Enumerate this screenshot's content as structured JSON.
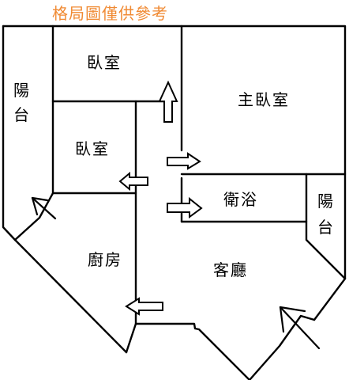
{
  "title": "格局圖僅供參考",
  "colors": {
    "title": "#f08a33",
    "lines": "#000000",
    "background": "#ffffff"
  },
  "rooms": {
    "bedroom_top": "臥室",
    "bedroom_mid": "臥室",
    "master_bedroom": "主臥室",
    "balcony_left_1": "陽",
    "balcony_left_2": "台",
    "bathroom": "衛浴",
    "balcony_right_1": "陽",
    "balcony_right_2": "台",
    "kitchen": "廚房",
    "living_room": "客廳"
  },
  "arrows": [
    {
      "name": "arrow-up-master-bedroom",
      "direction": "up"
    },
    {
      "name": "arrow-right-master-bedroom",
      "direction": "right"
    },
    {
      "name": "arrow-left-bedroom",
      "direction": "left"
    },
    {
      "name": "arrow-right-bathroom",
      "direction": "right"
    },
    {
      "name": "arrow-left-kitchen",
      "direction": "left"
    },
    {
      "name": "entrance-arrow-left-balcony",
      "direction": "up-left"
    },
    {
      "name": "entrance-arrow-main",
      "direction": "up-left"
    }
  ]
}
